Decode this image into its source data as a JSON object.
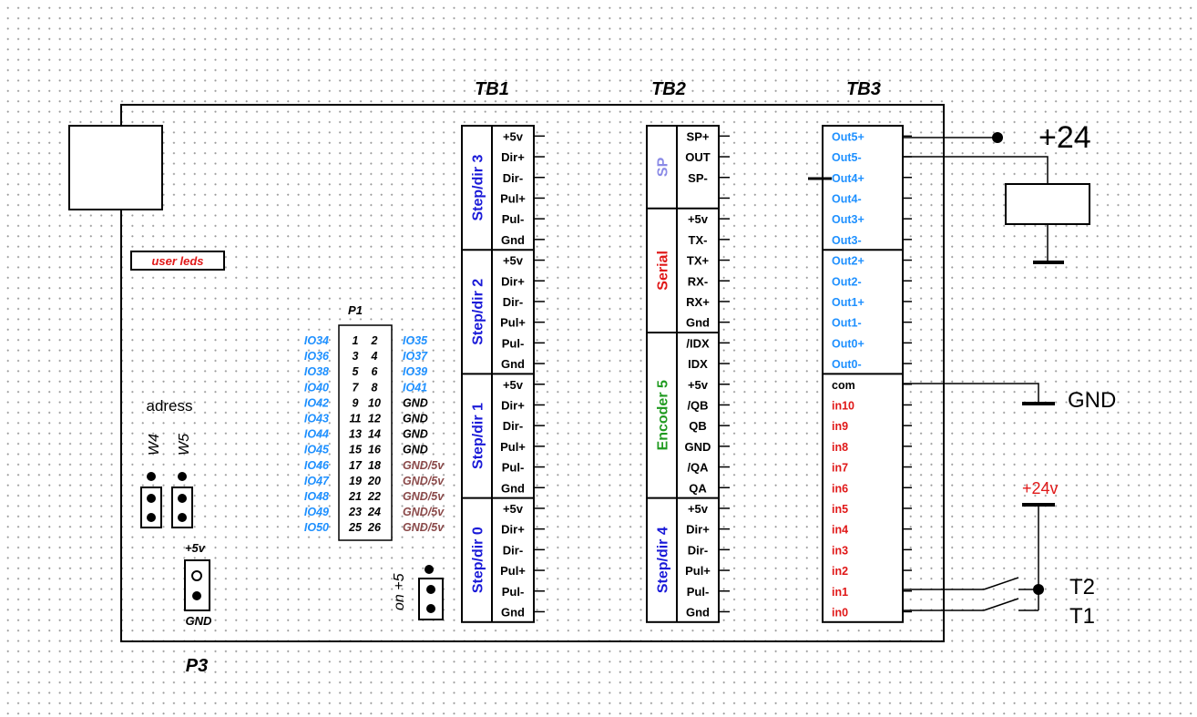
{
  "headers": {
    "tb1": "TB1",
    "tb2": "TB2",
    "tb3": "TB3"
  },
  "board": {
    "user_leds": "user leds",
    "adress": "adress",
    "w4": "W4",
    "w5": "W5",
    "plus5v": "+5v",
    "gnd": "GND",
    "on5": "on +5",
    "p3": "P3"
  },
  "p1": {
    "title": "P1",
    "left_labels": [
      "IO34",
      "IO36",
      "IO38",
      "IO40",
      "IO42",
      "IO43",
      "IO44",
      "IO45",
      "IO46",
      "IO47",
      "IO48",
      "IO49",
      "IO50"
    ],
    "right_labels": [
      "IO35",
      "IO37",
      "IO39",
      "IO41",
      "GND",
      "GND",
      "GND",
      "GND",
      "GND/5v",
      "GND/5v",
      "GND/5v",
      "GND/5v",
      "GND/5v"
    ],
    "left_pins": [
      "1",
      "3",
      "5",
      "7",
      "9",
      "11",
      "13",
      "15",
      "17",
      "19",
      "21",
      "23",
      "25"
    ],
    "right_pins": [
      "2",
      "4",
      "6",
      "8",
      "10",
      "12",
      "14",
      "16",
      "18",
      "20",
      "22",
      "24",
      "26"
    ]
  },
  "tb1": {
    "groups": [
      {
        "name": "Step/dir 3",
        "pins": [
          "+5v",
          "Dir+",
          "Dir-",
          "Pul+",
          "Pul-",
          "Gnd"
        ]
      },
      {
        "name": "Step/dir 2",
        "pins": [
          "+5v",
          "Dir+",
          "Dir-",
          "Pul+",
          "Pul-",
          "Gnd"
        ]
      },
      {
        "name": "Step/dir 1",
        "pins": [
          "+5v",
          "Dir+",
          "Dir-",
          "Pul+",
          "Pul-",
          "Gnd"
        ]
      },
      {
        "name": "Step/dir 0",
        "pins": [
          "+5v",
          "Dir+",
          "Dir-",
          "Pul+",
          "Pul-",
          "Gnd"
        ]
      }
    ]
  },
  "tb2": {
    "groups": [
      {
        "name": "SP",
        "pins": [
          "SP+",
          "OUT",
          "SP-",
          ""
        ]
      },
      {
        "name": "Serial",
        "pins": [
          "+5v",
          "TX-",
          "TX+",
          "RX-",
          "RX+",
          "Gnd"
        ]
      },
      {
        "name": "Encoder 5",
        "pins": [
          "/IDX",
          "IDX",
          "+5v",
          "/QB",
          "QB",
          "GND",
          "/QA",
          "QA"
        ]
      },
      {
        "name": "Step/dir 4",
        "pins": [
          "+5v",
          "Dir+",
          "Dir-",
          "Pul+",
          "Pul-",
          "Gnd"
        ]
      }
    ]
  },
  "tb3": {
    "outputs_a": [
      "Out5+",
      "Out5-",
      "Out4+",
      "Out4-",
      "Out3+",
      "Out3-"
    ],
    "outputs_b": [
      "Out2+",
      "Out2-",
      "Out1+",
      "Out1-",
      "Out0+",
      "Out0-"
    ],
    "inputs": [
      "com",
      "in10",
      "in9",
      "in8",
      "in7",
      "in6",
      "in5",
      "in4",
      "in3",
      "in2",
      "in1",
      "in0"
    ]
  },
  "external": {
    "plus24": "+24",
    "gnd": "GND",
    "plus24v": "+24v",
    "t2": "T2",
    "t1": "T1"
  },
  "colors": {
    "io_blue": "#1e90ff",
    "gnd5v_brown": "#8b4a4a",
    "label_blue": "#1a1ad8",
    "sp_label": "#8a8ae6",
    "serial_red": "#e01818",
    "encoder_green": "#1f9a1f",
    "input_red": "#e01818",
    "line": "#000000"
  },
  "icons": [
    "relay-coil-icon",
    "ground-symbol-icon",
    "switch-icon",
    "jumper-icon"
  ]
}
